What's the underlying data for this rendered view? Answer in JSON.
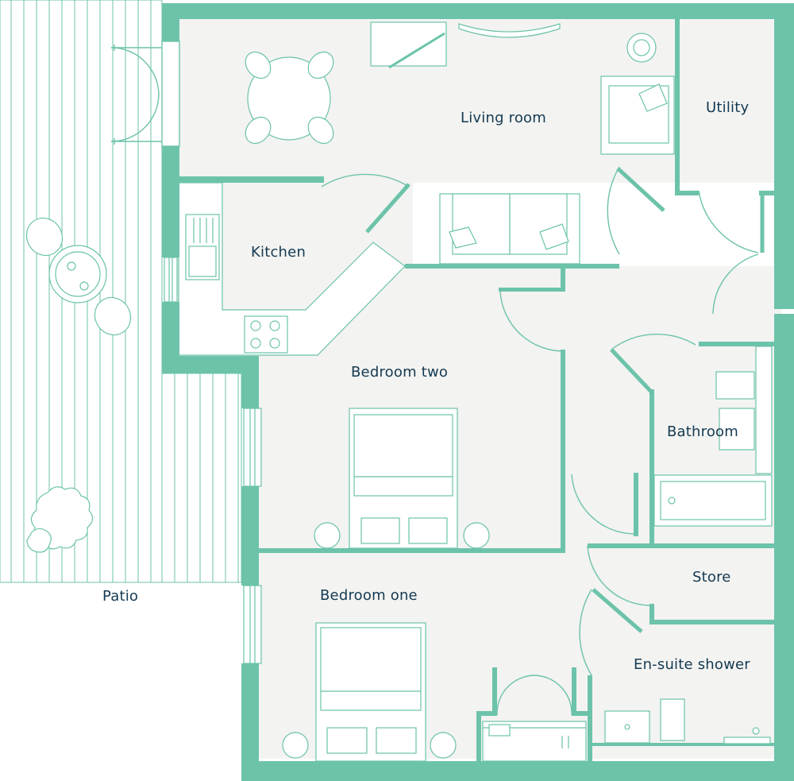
{
  "colors": {
    "wall": "#6cc3aa",
    "floor": "#f3f3f1",
    "outline": "#6cc3aa",
    "text": "#143a52",
    "background": "#ffffff"
  },
  "rooms": {
    "living_room": "Living room",
    "utility": "Utility",
    "kitchen": "Kitchen",
    "bedroom_two": "Bedroom two",
    "bathroom": "Bathroom",
    "store": "Store",
    "bedroom_one": "Bedroom one",
    "ensuite": "En-suite shower",
    "patio": "Patio"
  }
}
